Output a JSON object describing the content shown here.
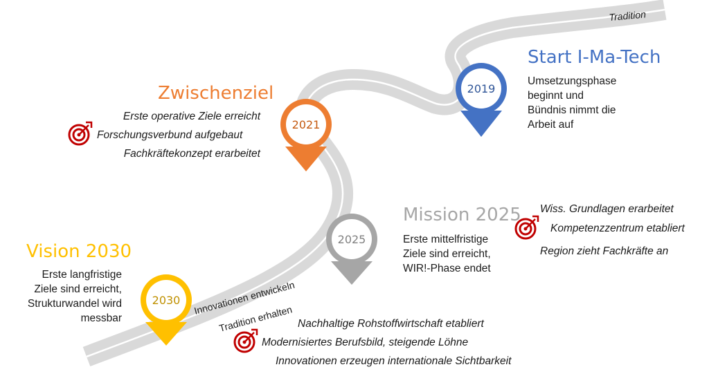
{
  "road": {
    "label_end": "Tradition",
    "label_lane_1": "Innovationen entwickeln",
    "label_lane_2": "Tradition erhalten"
  },
  "milestones": {
    "m2019": {
      "year": "2019",
      "title": "Start I-Ma-Tech",
      "color": "#4472c4",
      "lines": [
        "Umsetzungsphase",
        "beginnt und",
        "Bündnis nimmt die",
        "Arbeit auf"
      ]
    },
    "m2021": {
      "year": "2021",
      "title": "Zwischenziel",
      "color": "#ed7d31",
      "goals": [
        "Erste operative Ziele erreicht",
        "Forschungsverbund aufgebaut",
        "Fachkräftekonzept erarbeitet"
      ]
    },
    "m2025": {
      "year": "2025",
      "title": "Mission 2025",
      "color": "#a6a6a6",
      "lines": [
        "Erste mittelfristige",
        "Ziele sind erreicht,",
        "WIR!-Phase endet"
      ],
      "goals": [
        "Wiss. Grundlagen erarbeitet",
        "Kompetenzzentrum etabliert",
        "Region zieht Fachkräfte an"
      ]
    },
    "m2030": {
      "year": "2030",
      "title": "Vision 2030",
      "color": "#ffc000",
      "lines": [
        "Erste langfristige",
        "Ziele sind erreicht,",
        "Strukturwandel wird",
        "messbar"
      ],
      "goals": [
        "Nachhaltige Rohstoffwirtschaft etabliert",
        "Modernisiertes Berufsbild, steigende Löhne",
        "Innovationen erzeugen internationale Sichtbarkeit"
      ]
    }
  },
  "colors": {
    "road": "#d9d9d9",
    "road_line": "#ffffff",
    "target_icon": "#c00000"
  },
  "icons": [
    "target-icon",
    "map-pin-icon"
  ]
}
